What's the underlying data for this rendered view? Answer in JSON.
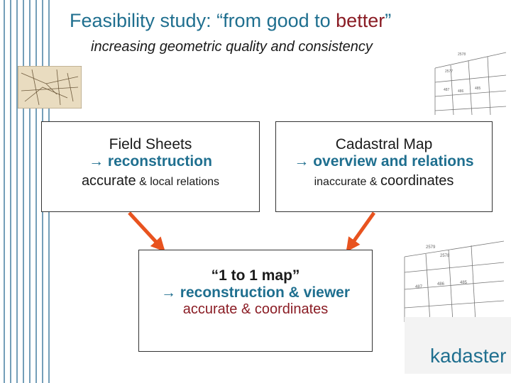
{
  "title": {
    "prefix": "Feasibility study: “from good to ",
    "accent": "better",
    "suffix": "”"
  },
  "subtitle": "increasing geometric quality and consistency",
  "boxes": {
    "field_sheets": {
      "heading": "Field Sheets",
      "subheading": "→ reconstruction",
      "note_big": "accurate",
      "note_small": " & local relations"
    },
    "cadastral_map": {
      "heading": "Cadastral Map",
      "subheading": "→ overview and relations",
      "note_small": "inaccurate & ",
      "note_big": "coordinates"
    },
    "one_to_one": {
      "heading": "“1 to 1 map”",
      "subheading": "→ reconstruction & viewer",
      "note": "accurate & coordinates"
    }
  },
  "logo": {
    "text": "kadaster"
  },
  "colors": {
    "blue": "#1f6f8f",
    "red": "#8a1c24",
    "arrow": "#e8531f"
  }
}
